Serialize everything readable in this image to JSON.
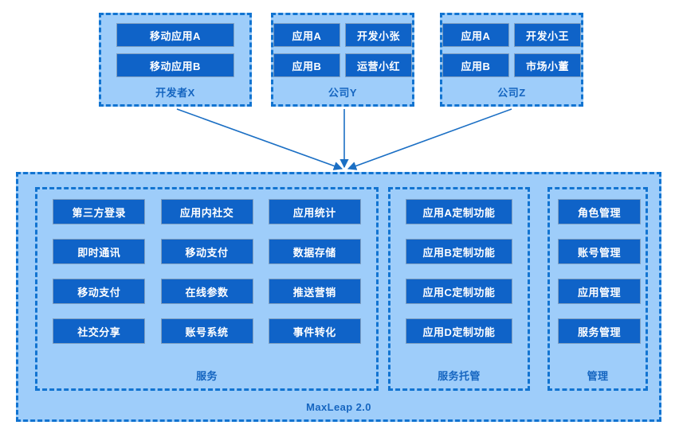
{
  "diagram": {
    "title": "MaxLeap 2.0",
    "colors": {
      "panel_fill": "#9ecdfa",
      "dashed_border": "#1274d1",
      "chip_fill": "#0f63c8",
      "chip_text": "#ffffff",
      "label_text": "#1565c0",
      "arrow": "#1b6fc4"
    }
  },
  "actors": [
    {
      "id": "developer-x",
      "label": "开发者X",
      "rows": [
        {
          "cells": [
            "移动应用A"
          ]
        },
        {
          "cells": [
            "移动应用B"
          ]
        }
      ]
    },
    {
      "id": "company-y",
      "label": "公司Y",
      "rows": [
        {
          "cells": [
            "应用A",
            "开发小张"
          ]
        },
        {
          "cells": [
            "应用B",
            "运营小红"
          ]
        }
      ]
    },
    {
      "id": "company-z",
      "label": "公司Z",
      "rows": [
        {
          "cells": [
            "应用A",
            "开发小王"
          ]
        },
        {
          "cells": [
            "应用B",
            "市场小董"
          ]
        }
      ]
    }
  ],
  "platform": {
    "title": "MaxLeap 2.0",
    "panels": [
      {
        "id": "service",
        "label": "服务",
        "columns": [
          [
            "第三方登录",
            "即时通讯",
            "移动支付",
            "社交分享"
          ],
          [
            "应用内社交",
            "移动支付",
            "在线参数",
            "账号系统"
          ],
          [
            "应用统计",
            "数据存储",
            "推送营销",
            "事件转化"
          ]
        ]
      },
      {
        "id": "service-hosting",
        "label": "服务托管",
        "columns": [
          [
            "应用A定制功能",
            "应用B定制功能",
            "应用C定制功能",
            "应用D定制功能"
          ]
        ]
      },
      {
        "id": "management",
        "label": "管理",
        "columns": [
          [
            "角色管理",
            "账号管理",
            "应用管理",
            "服务管理"
          ]
        ]
      }
    ]
  },
  "connectors": [
    {
      "id": "developer-x-to-platform",
      "from": "developer-x",
      "to": "platform"
    },
    {
      "id": "company-y-to-platform",
      "from": "company-y",
      "to": "platform"
    },
    {
      "id": "company-z-to-platform",
      "from": "company-z",
      "to": "platform"
    }
  ]
}
